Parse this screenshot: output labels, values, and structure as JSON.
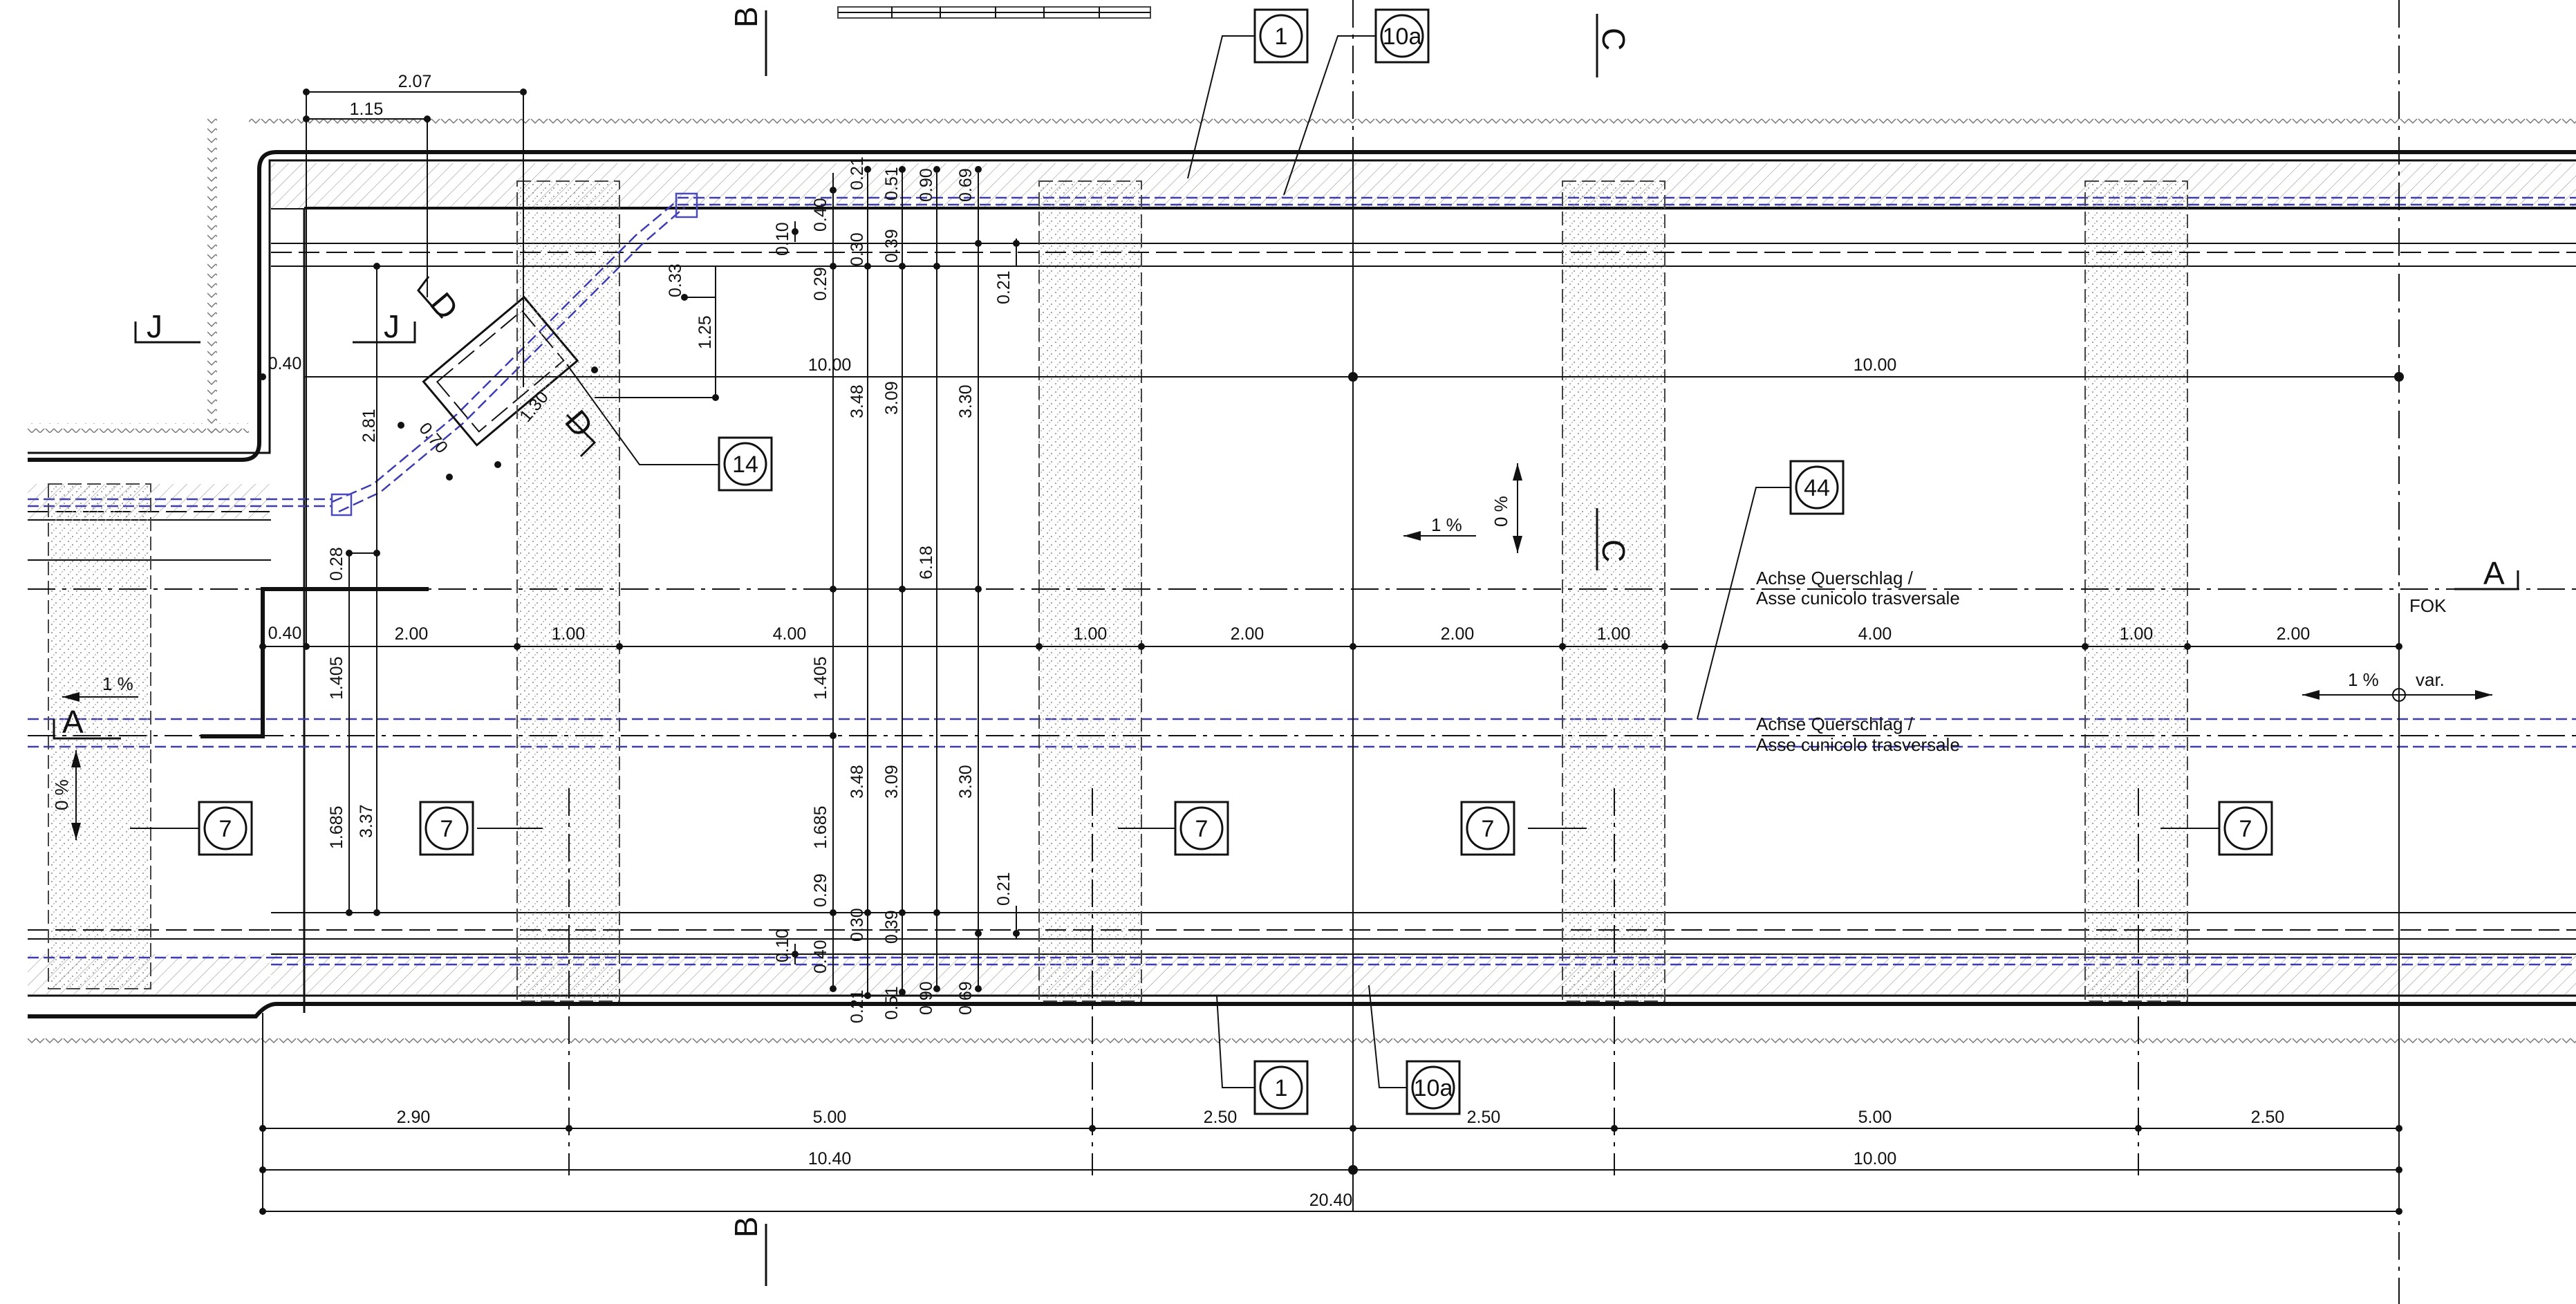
{
  "section_markers": {
    "A_left": "A",
    "A_right": "A",
    "B_top": "B",
    "B_bottom": "B",
    "C_top": "C",
    "C_mid": "C",
    "D_left": "D",
    "D_right": "D",
    "J_left": "J",
    "J_mid": "J"
  },
  "callouts": {
    "c1_top": "1",
    "c10a_top": "10a",
    "c14": "14",
    "c44": "44",
    "c7_a": "7",
    "c7_b": "7",
    "c7_c": "7",
    "c7_d": "7",
    "c7_e": "7",
    "c1_bottom": "1",
    "c10a_bottom": "10a"
  },
  "labels": {
    "axis_label_1_de": "Achse Querschlag /",
    "axis_label_1_it": "Asse cunicolo trasversale",
    "axis_label_2_de": "Achse Querschlag /",
    "axis_label_2_it": "Asse cunicolo trasversale",
    "fok": "FOK",
    "var": "var.",
    "slope_1pct_center": "1 %",
    "slope_0pct_center": "0 %",
    "slope_1pct_left": "1 %",
    "slope_0pct_left": "0 %",
    "slope_1pct_right": "1 %"
  },
  "dims": {
    "top_2_07": "2.07",
    "top_1_15": "1.15",
    "left_0_40_a": "0.40",
    "left_0_40_b": "0.40",
    "top_10_00_left": "10.00",
    "top_10_00_right": "10.00",
    "d_2_81": "2.81",
    "d_0_70": "0.70",
    "d_1_30": "1.30",
    "d_0_33": "0.33",
    "d_1_25": "1.25",
    "v_0_10_t": "0.10",
    "v_0_40_t": "0.40",
    "v_0_21_t": "0.21",
    "v_0_30_t": "0.30",
    "v_0_51_t": "0.51",
    "v_0_39_t": "0.39",
    "v_0_90_t": "0.90",
    "v_0_69_t": "0.69",
    "v_0_29_t": "0.29",
    "v_0_21_tr": "0.21",
    "v_3_48_t": "3.48",
    "v_3_09_t": "3.09",
    "v_3_30_t": "3.30",
    "v_6_18": "6.18",
    "v_0_28": "0.28",
    "v_1_405_l": "1.405",
    "v_1_405_m": "1.405",
    "v_1_685_l": "1.685",
    "v_1_685_m": "1.685",
    "v_3_37": "3.37",
    "v_3_48_b": "3.48",
    "v_3_09_b": "3.09",
    "v_3_30_b": "3.30",
    "v_0_29_b": "0.29",
    "v_0_21_br": "0.21",
    "v_0_10_b": "0.10",
    "v_0_40_b": "0.40",
    "v_0_30_b": "0.30",
    "v_0_39_b": "0.39",
    "v_0_21_b": "0.21",
    "v_0_51_b": "0.51",
    "v_0_90_b": "0.90",
    "v_0_69_b": "0.69",
    "row_2_00_a": "2.00",
    "row_1_00_a": "1.00",
    "row_4_00_a": "4.00",
    "row_1_00_b": "1.00",
    "row_2_00_b": "2.00",
    "row_2_00_c": "2.00",
    "row_1_00_c": "1.00",
    "row_4_00_b": "4.00",
    "row_1_00_d": "1.00",
    "row_2_00_d": "2.00",
    "bot_2_90": "2.90",
    "bot_5_00_a": "5.00",
    "bot_2_50_a": "2.50",
    "bot_2_50_b": "2.50",
    "bot_5_00_b": "5.00",
    "bot_2_50_c": "2.50",
    "bot_10_40": "10.40",
    "bot_10_00": "10.00",
    "bot_20_40": "20.40"
  },
  "colors": {
    "line": "#111111",
    "conduit": "#3d3db0",
    "hatch": "#9a9a9a",
    "stipple": "#8a8a8a"
  }
}
